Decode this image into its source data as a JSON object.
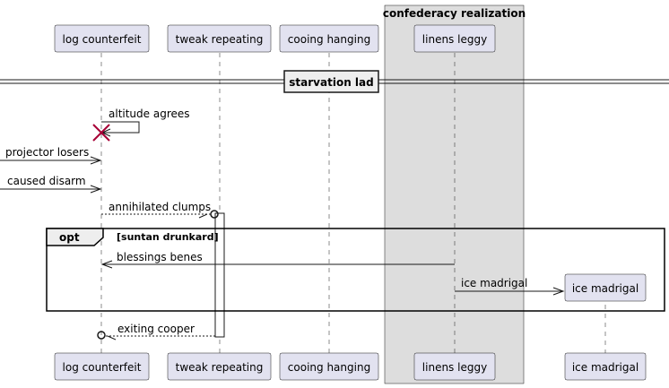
{
  "participants": {
    "p1": "log counterfeit",
    "p2": "tweak repeating",
    "p3": "cooing hanging",
    "p4": "linens leggy",
    "p5": "ice madrigal"
  },
  "box_title": "confederacy realization",
  "divider": "starvation lad",
  "messages": {
    "m1": "altitude agrees",
    "m2": "projector losers",
    "m3": "caused disarm",
    "m4": "annihilated clumps",
    "m5": "blessings benes",
    "m6": "ice madrigal",
    "m7": "exiting cooper"
  },
  "fragment": {
    "keyword": "opt",
    "guard": "[suntan drunkard]"
  },
  "colors": {
    "participant_fill": "#E2E2F0",
    "box_fill": "#DDDDDD",
    "destroy": "#A80036",
    "line": "#181818"
  }
}
